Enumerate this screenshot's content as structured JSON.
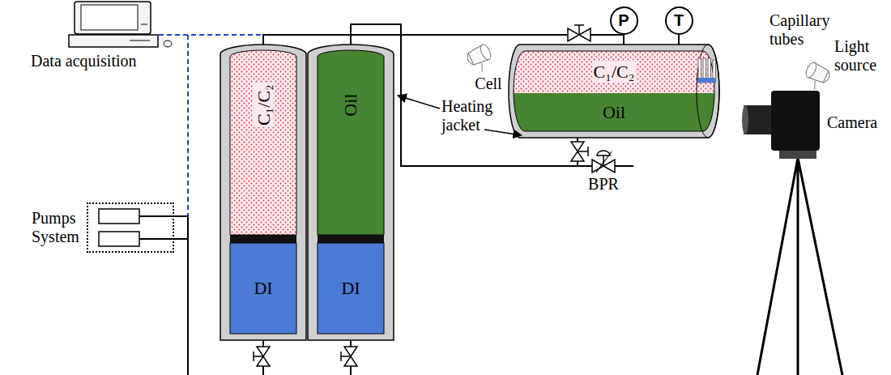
{
  "diagram": {
    "nodes": [
      {
        "text": [
          "Pumps System"
        ]
      },
      {
        "text": [
          "C₁/C₂",
          "DI"
        ]
      },
      {
        "text": [
          "Oil",
          "DI"
        ]
      },
      {
        "text": [
          "Cell",
          "C₁/C₂",
          "Oil"
        ]
      },
      {
        "text": [
          "P"
        ]
      },
      {
        "text": [
          "T"
        ]
      }
    ],
    "edges": [
      {
        "from": 1,
        "to": 3,
        "arrow": "none"
      },
      {
        "from": 2,
        "to": 3,
        "arrow": "none"
      },
      {
        "from": 4,
        "to": 3,
        "arrow": "none"
      },
      {
        "from": 5,
        "to": 3,
        "arrow": "none"
      }
    ],
    "labels": [
      "Data acquisition",
      "Capillary tubes",
      "Light source",
      "Heating jacket",
      "Camera",
      "BPR"
    ]
  }
}
